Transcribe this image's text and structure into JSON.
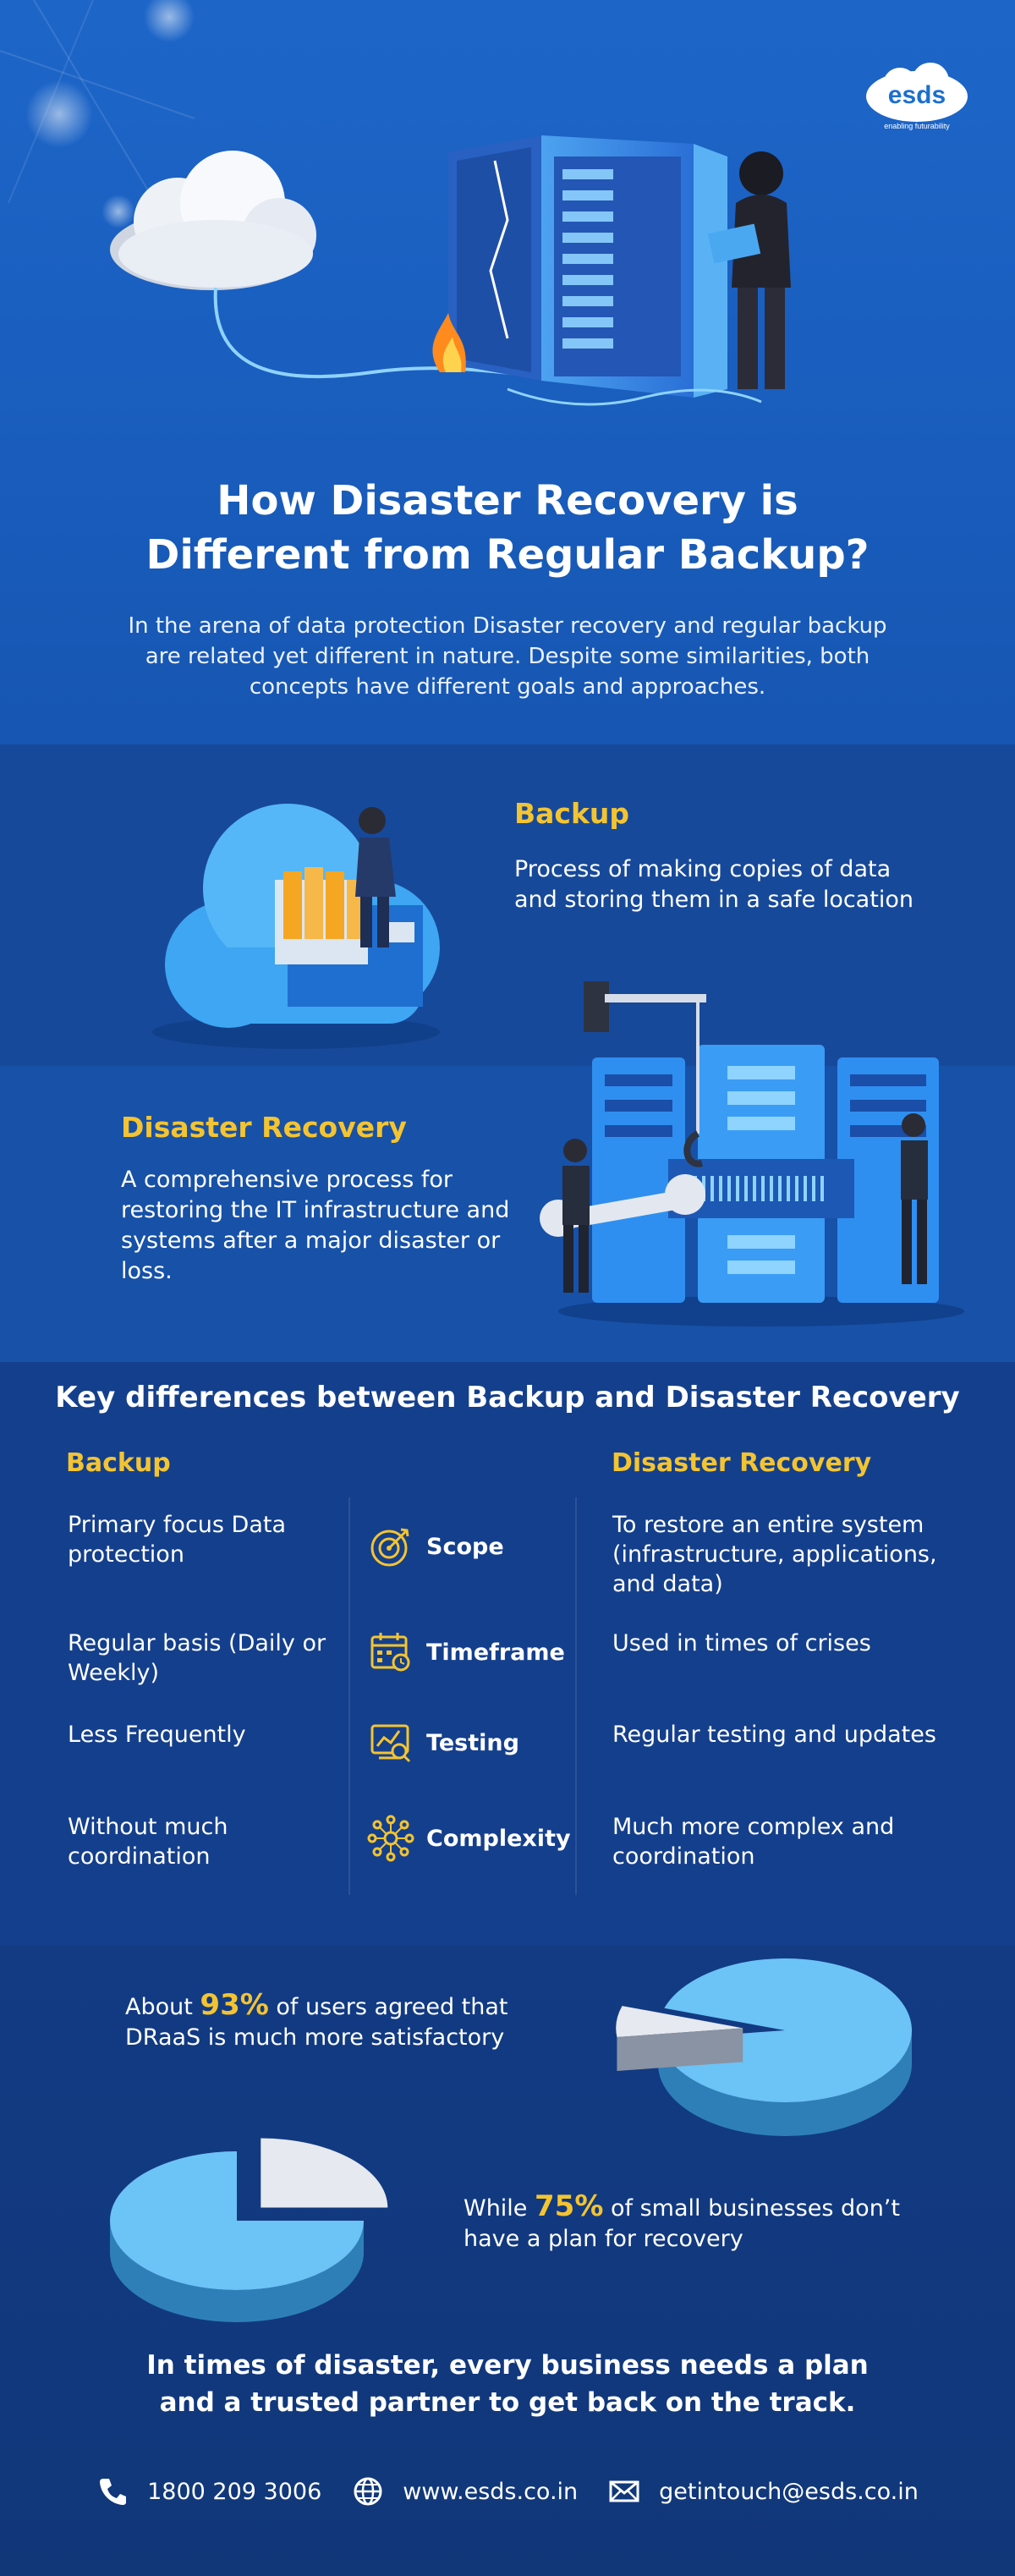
{
  "brand": {
    "logo_text": "esds",
    "tagline": "enabling futurability"
  },
  "hero": {
    "title_line1": "How Disaster Recovery is",
    "title_line2": "Different from Regular Backup?",
    "intro": "In the arena of data protection Disaster recovery and regular backup are related yet different in nature. Despite some similarities, both concepts have different goals and approaches."
  },
  "definitions": {
    "backup": {
      "heading": "Backup",
      "text": "Process of making copies of data and storing them in a safe location"
    },
    "disaster_recovery": {
      "heading": "Disaster Recovery",
      "text": "A comprehensive process for restoring the IT infrastructure and systems after a major disaster or loss."
    }
  },
  "differences": {
    "title": "Key differences between Backup and Disaster Recovery",
    "left_heading": "Backup",
    "right_heading": "Disaster Recovery",
    "rows": [
      {
        "icon": "scope-target-icon",
        "label": "Scope",
        "backup": "Primary focus Data protection",
        "dr": "To restore an entire system (infrastructure, applications, and data)"
      },
      {
        "icon": "calendar-icon",
        "label": "Timeframe",
        "backup": "Regular basis (Daily or Weekly)",
        "dr": "Used in times of crises"
      },
      {
        "icon": "testing-chart-icon",
        "label": "Testing",
        "backup": "Less Frequently",
        "dr": "Regular testing and updates"
      },
      {
        "icon": "network-complexity-icon",
        "label": "Complexity",
        "backup": "Without much coordination",
        "dr": "Much more complex and coordination"
      }
    ]
  },
  "stats": {
    "stat1": {
      "prefix": "About ",
      "pct": "93%",
      "suffix": " of users agreed that DRaaS is much more satisfactory",
      "value": 0.93
    },
    "stat2": {
      "prefix": "While ",
      "pct": "75%",
      "suffix": " of small businesses don’t have a plan for recovery",
      "value": 0.75
    }
  },
  "closing": {
    "line1": "In times of disaster, every business needs a plan",
    "line2": "and a trusted partner to get back on the track."
  },
  "contacts": {
    "phone": "1800 209 3006",
    "website": "www.esds.co.in",
    "email": "getintouch@esds.co.in"
  },
  "colors": {
    "accent": "#f4c430",
    "pie_main": "#6cc3f5",
    "pie_side": "#2e7fb8",
    "pie_slice": "#e6e9ef"
  }
}
